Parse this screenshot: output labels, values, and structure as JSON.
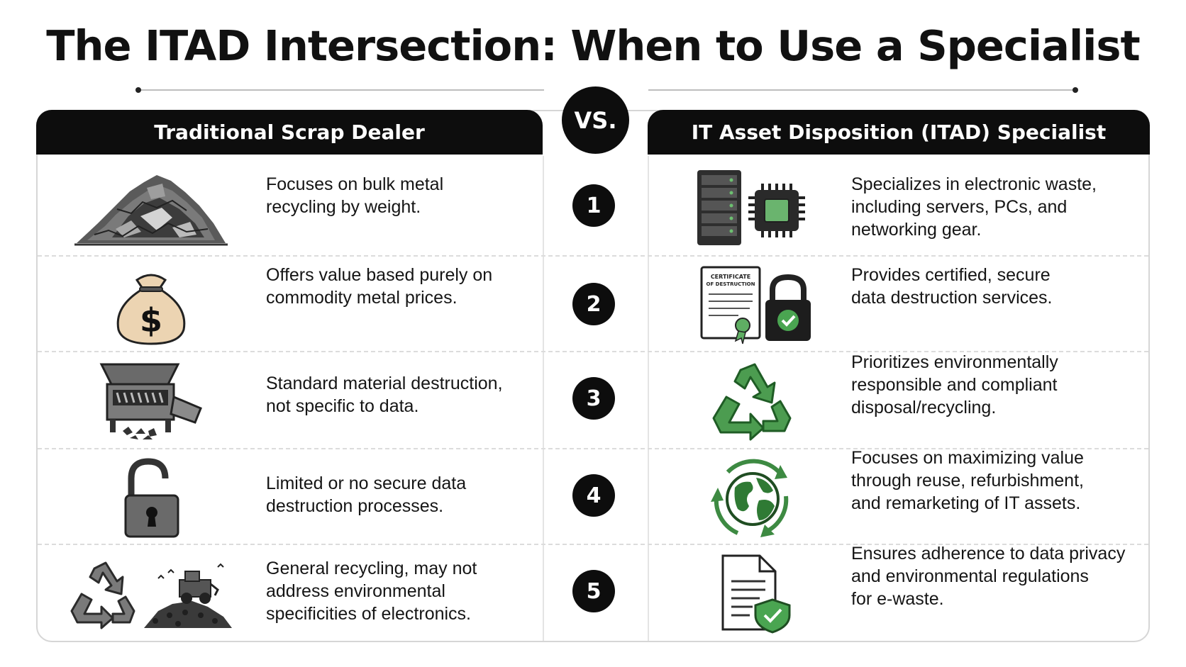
{
  "title": "The ITAD Intersection: When to Use a Specialist",
  "vs_label": "VS.",
  "left_header": "Traditional Scrap Dealer",
  "right_header": "IT Asset Disposition (ITAD) Specialist",
  "certificate_lines": [
    "CERTIFICATE",
    "OF DESTRUCTION"
  ],
  "colors": {
    "accent_green": "#3f9a48",
    "dark": "#0d0d0d",
    "gray": "#666666"
  },
  "rows": [
    {
      "number": "1",
      "left_icon": "scrap-pile-icon",
      "left_text": "Focuses on bulk metal\nrecycling by weight.",
      "right_icon": "server-chip-icon",
      "right_text": "Specializes in electronic waste,\nincluding servers, PCs, and\nnetworking gear."
    },
    {
      "number": "2",
      "left_icon": "money-bag-icon",
      "left_text": "Offers value based purely on\ncommodity metal prices.",
      "right_icon": "certificate-lock-icon",
      "right_text": "Provides certified, secure\ndata destruction services."
    },
    {
      "number": "3",
      "left_icon": "shredder-icon",
      "left_text": "Standard material destruction,\nnot specific to data.",
      "right_icon": "green-recycle-icon",
      "right_text": "Prioritizes environmentally\nresponsible and compliant\ndisposal/recycling."
    },
    {
      "number": "4",
      "left_icon": "open-padlock-icon",
      "left_text": "Limited or no secure data\ndestruction processes.",
      "right_icon": "globe-cycle-icon",
      "right_text": "Focuses on maximizing value\nthrough reuse, refurbishment,\nand remarketing of IT assets."
    },
    {
      "number": "5",
      "left_icon": "recycle-landfill-icon",
      "left_text": "General recycling, may not\naddress environmental\nspecificities of electronics.",
      "right_icon": "document-shield-icon",
      "right_text": "Ensures adherence to data privacy\nand environmental regulations\nfor e-waste."
    }
  ]
}
